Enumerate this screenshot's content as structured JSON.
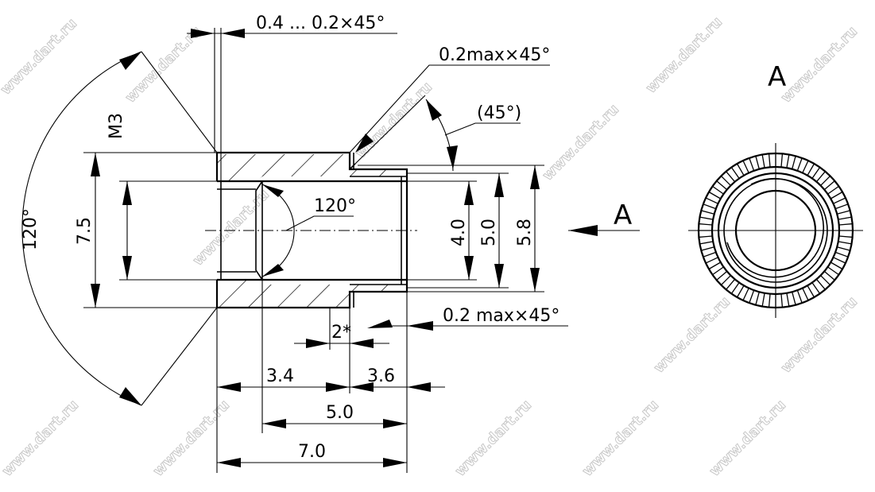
{
  "watermark": "www.dart.ru",
  "view_label": "A",
  "section_arrow_label": "A",
  "dimensions": {
    "chamfer_top": "0.4 ... 0.2×45°",
    "chamfer_step_top": "0.2max×45°",
    "angle_45": "(45°)",
    "outer_angle": "120°",
    "thread": "M3",
    "outer_diameter": "7.5",
    "drill_angle": "120°",
    "bore_diameter": "4.0",
    "inner_diameter": "5.0",
    "shoulder_diameter": "5.8",
    "chamfer_step_bottom": "0.2 max×45°",
    "groove_width": "2*",
    "len_left": "3.4",
    "len_right": "3.6",
    "len_bore": "5.0",
    "len_total": "7.0"
  }
}
